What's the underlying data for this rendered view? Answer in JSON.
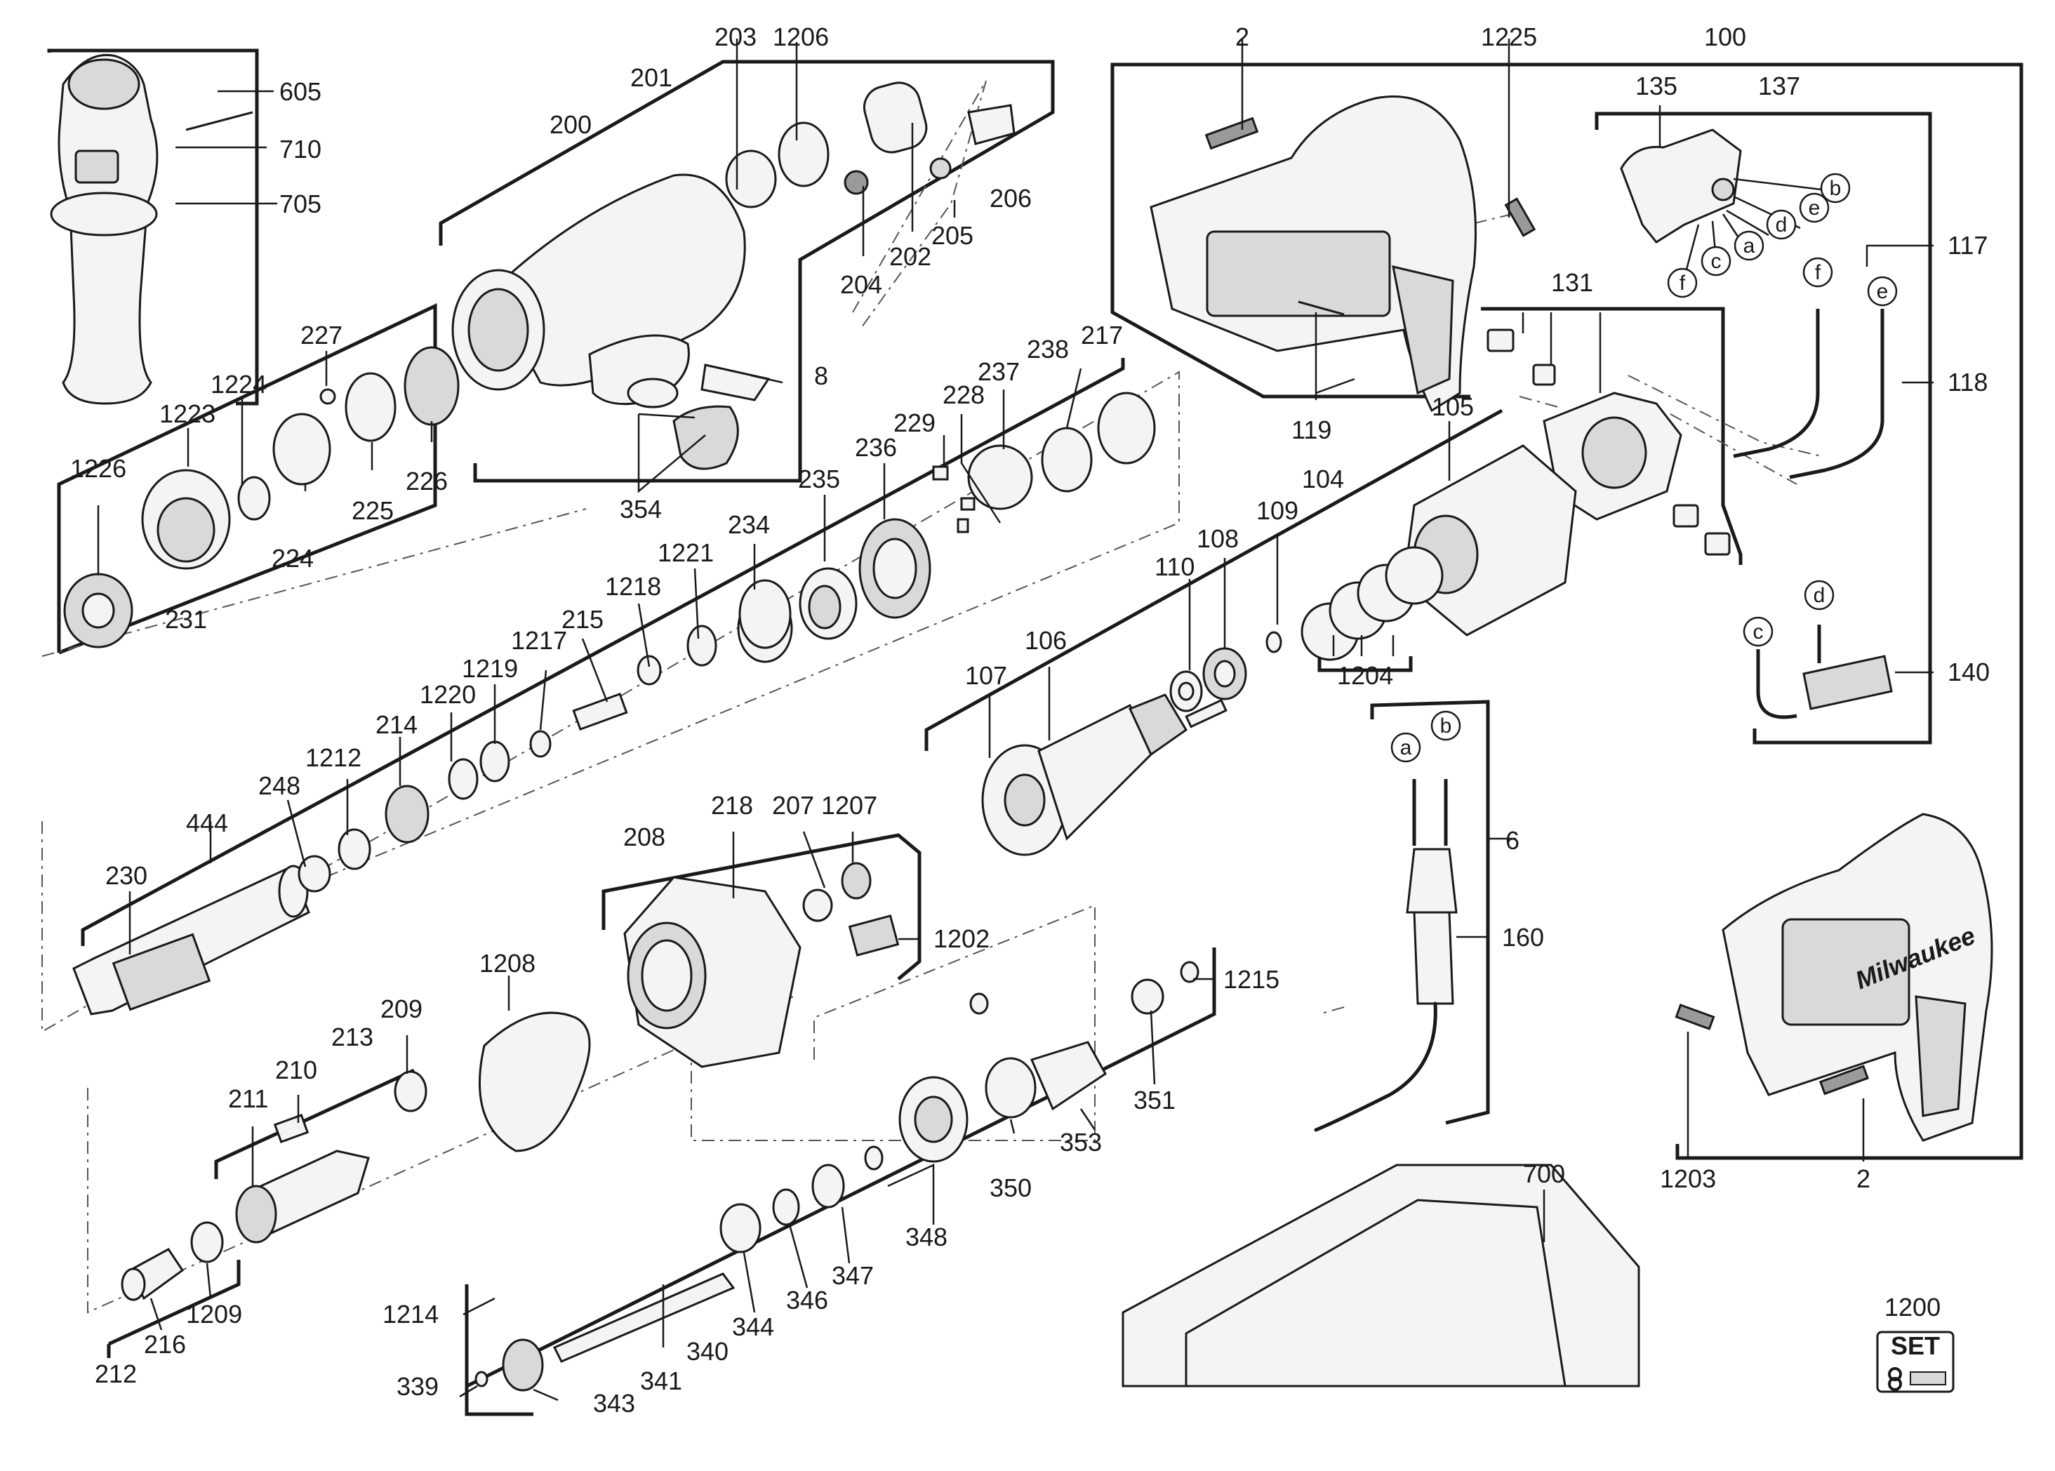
{
  "part_labels": {
    "p605": "605",
    "p710": "710",
    "p705": "705",
    "p200": "200",
    "p201": "201",
    "p203": "203",
    "p1206": "1206",
    "p206": "206",
    "p205": "205",
    "p202": "202",
    "p204": "204",
    "p8": "8",
    "p354": "354",
    "p227": "227",
    "p1224": "1224",
    "p1223": "1223",
    "p1226": "1226",
    "p225": "225",
    "p226": "226",
    "p224": "224",
    "p231": "231",
    "p2_top": "2",
    "p1225": "1225",
    "p100": "100",
    "p135": "135",
    "p137": "137",
    "p117": "117",
    "p118": "118",
    "p131": "131",
    "p119": "119",
    "p105": "105",
    "p104": "104",
    "p109": "109",
    "p108": "108",
    "p110": "110",
    "p1204": "1204",
    "p106": "106",
    "p107": "107",
    "p140": "140",
    "p6": "6",
    "p160": "160",
    "p217": "217",
    "p238": "238",
    "p237": "237",
    "p228": "228",
    "p229": "229",
    "p236": "236",
    "p235": "235",
    "p234": "234",
    "p1221": "1221",
    "p1218": "1218",
    "p215": "215",
    "p1217": "1217",
    "p1219": "1219",
    "p1220": "1220",
    "p214": "214",
    "p1212": "1212",
    "p248": "248",
    "p444": "444",
    "p230": "230",
    "p218": "218",
    "p207": "207",
    "p1207": "1207",
    "p208": "208",
    "p1202": "1202",
    "p1208": "1208",
    "p1215": "1215",
    "p351": "351",
    "p353": "353",
    "p350": "350",
    "p348": "348",
    "p347": "347",
    "p346": "346",
    "p344": "344",
    "p340": "340",
    "p341": "341",
    "p1214": "1214",
    "p339": "339",
    "p343": "343",
    "p209": "209",
    "p213": "213",
    "p210": "210",
    "p211": "211",
    "p1209": "1209",
    "p216": "216",
    "p212": "212",
    "p1203": "1203",
    "p2_bottom": "2",
    "p700": "700",
    "p1200": "1200"
  },
  "connector_letters": {
    "sw_b": "b",
    "sw_e": "e",
    "sw_d": "d",
    "sw_a": "a",
    "sw_c": "c",
    "sw_f": "f",
    "w117_f": "f",
    "w118_e": "e",
    "cap_c": "c",
    "cap_d": "d",
    "cord_a": "a",
    "cord_b": "b"
  },
  "set_badge": {
    "text": "SET"
  },
  "tool_brand": "Milwaukee",
  "colors": {
    "ink": "#1a1a1a",
    "paper": "#ffffff"
  }
}
